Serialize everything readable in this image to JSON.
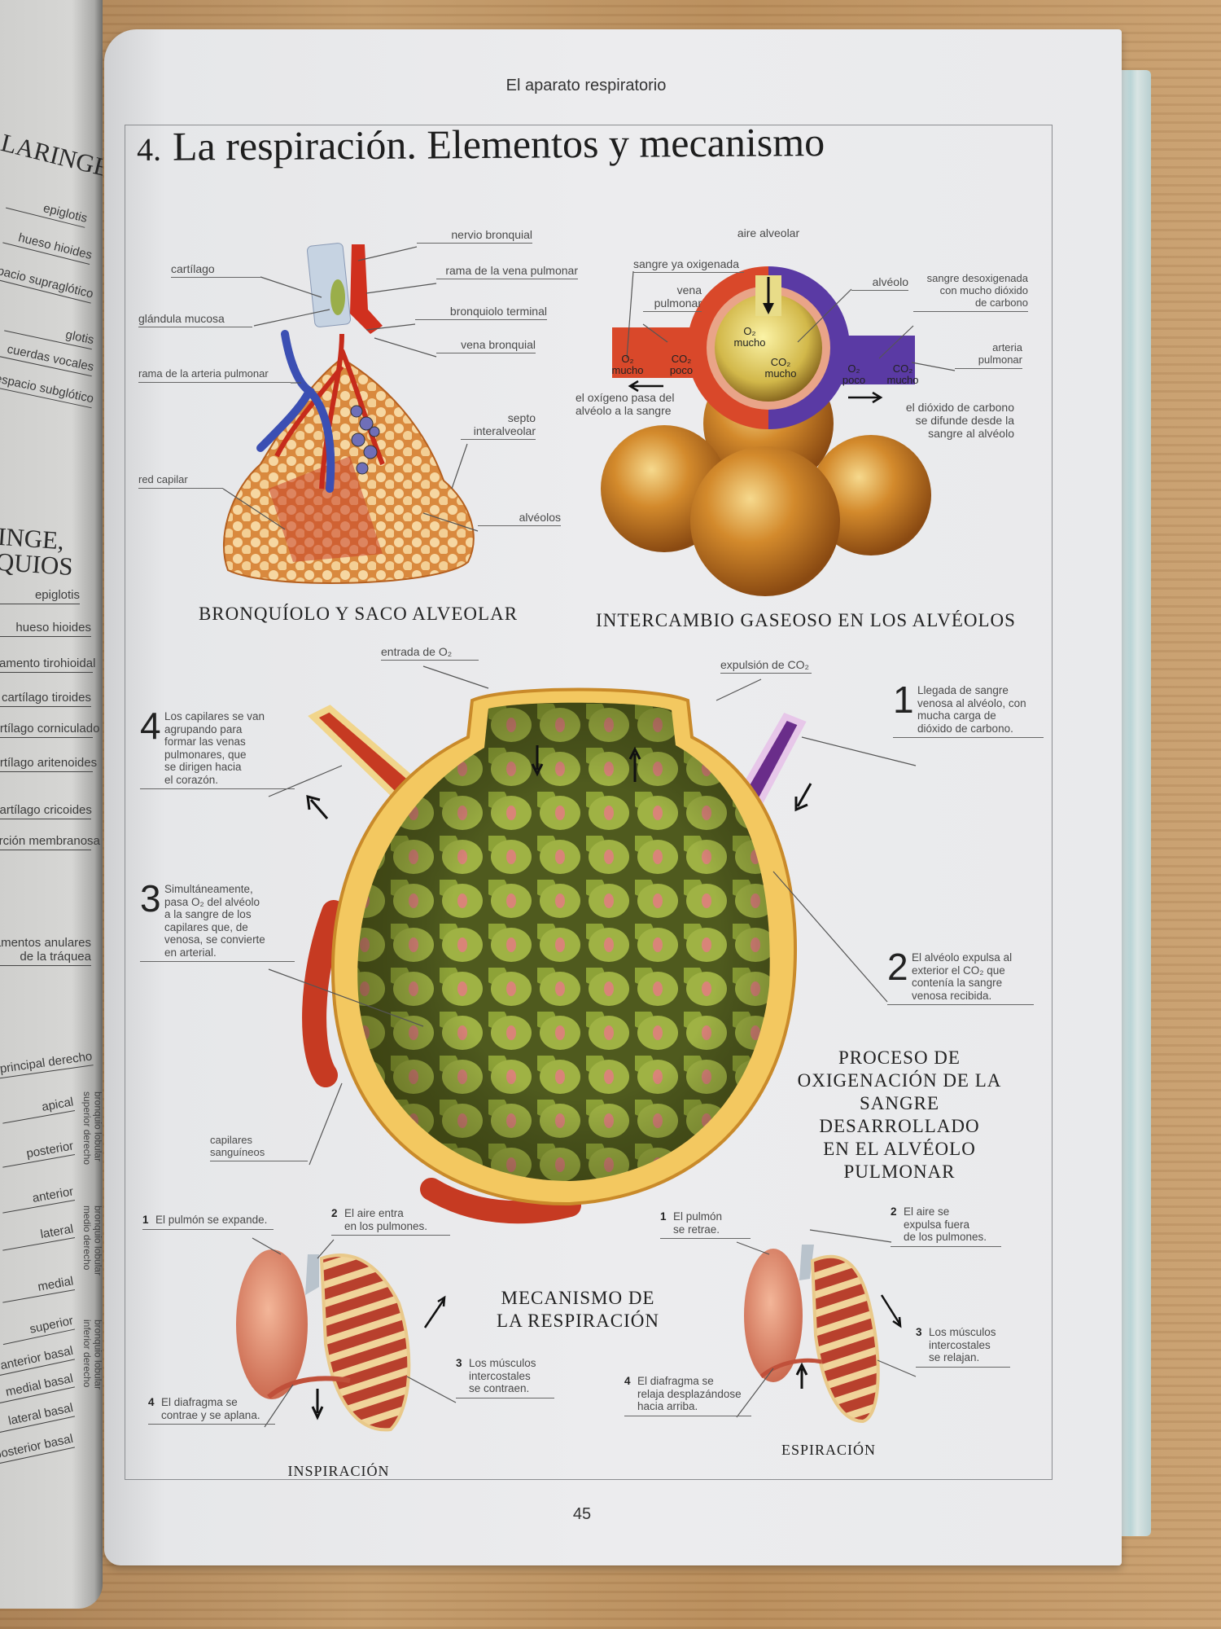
{
  "left_page": {
    "heading_larynx": "LARINGE",
    "larynx_labels": [
      "epiglotis",
      "hueso hioides",
      "espacio supraglótico",
      "glotis",
      "cuerdas vocales",
      "espacio subglótico"
    ],
    "heading_second": "INGE,\nQUIOS",
    "second_labels": [
      "epiglotis",
      "hueso hioides",
      "ligamento tirohioidal",
      "cartílago tiroides",
      "cartílago corniculado",
      "cartílago aritenoides",
      "cartílago cricoides",
      "porción membranosa",
      "ligamentos anulares\nde la tráquea",
      "principal derecho"
    ],
    "segment_labels": [
      "apical",
      "posterior",
      "anterior",
      "lateral",
      "medial",
      "superior",
      "anterior basal",
      "medial basal",
      "lateral basal",
      "posterior basal"
    ],
    "bronchus_groups": [
      "bronquio lobular\nsuperior derecho",
      "bronquio lobular\nmedio derecho",
      "bronquio lobular\ninferior derecho"
    ]
  },
  "header": "El aparato respiratorio",
  "title": {
    "number": "4.",
    "text": "La respiración. Elementos y mecanismo"
  },
  "bronchiole": {
    "caption": "BRONQUÍOLO Y SACO ALVEOLAR",
    "labels": {
      "nervio": "nervio bronquial",
      "rama_vena": "rama de la vena pulmonar",
      "bronquiolo": "bronquiolo terminal",
      "vena": "vena bronquial",
      "cartilago": "cartílago",
      "glandula": "glándula mucosa",
      "rama_arteria": "rama de la arteria pulmonar",
      "septo": "septo\ninteralveolar",
      "red": "red capilar",
      "alveolos": "alvéolos"
    }
  },
  "exchange": {
    "caption": "INTERCAMBIO GASEOSO EN LOS ALVÉOLOS",
    "labels": {
      "aire": "aire alveolar",
      "sangre_oxi": "sangre ya oxigenada",
      "vena": "vena\npulmonar",
      "alveolo": "alvéolo",
      "sangre_desoxi": "sangre desoxigenada\ncon mucho dióxido\nde carbono",
      "arteria": "arteria\npulmonar",
      "oxigeno_pasa": "el oxígeno pasa del\nalvéolo a la sangre",
      "dioxido": "el dióxido de carbono\nse difunde desde la\nsangre al alvéolo"
    },
    "inner": {
      "vein_o2": "O₂\nmucho",
      "vein_co2": "CO₂\npoco",
      "alv_o2": "O₂\nmucho",
      "alv_co2": "CO₂\nmucho",
      "art_o2": "O₂\npoco",
      "art_co2": "CO₂\nmucho"
    }
  },
  "oxygenation": {
    "caption": "PROCESO DE\nOXIGENACIÓN DE LA\nSANGRE DESARROLLADO\nEN EL ALVÉOLO\nPULMONAR",
    "entrada": "entrada de O₂",
    "expulsion": "expulsión de CO₂",
    "capilares": "capilares\nsanguíneos",
    "steps": [
      {
        "n": "1",
        "text": "Llegada de sangre\nvenosa al alvéolo, con\nmucha carga de\ndióxido de carbono."
      },
      {
        "n": "2",
        "text": "El alvéolo expulsa al\nexterior el CO₂ que\ncontenía la sangre\nvenosa recibida."
      },
      {
        "n": "3",
        "text": "Simultáneamente,\npasa O₂ del alvéolo\na la sangre de los\ncapilares que, de\nvenosa, se convierte\nen arterial."
      },
      {
        "n": "4",
        "text": "Los capilares se van\nagrupando para\nformar las venas\npulmonares, que\nse dirigen hacia\nel corazón."
      }
    ]
  },
  "mechanism": {
    "caption": "MECANISMO DE\nLA RESPIRACIÓN",
    "inspiration": {
      "caption": "INSPIRACIÓN",
      "steps": [
        {
          "n": "1",
          "text": "El pulmón se expande."
        },
        {
          "n": "2",
          "text": "El aire entra\nen los pulmones."
        },
        {
          "n": "3",
          "text": "Los músculos\nintercostales\nse contraen."
        },
        {
          "n": "4",
          "text": "El diafragma se\ncontrae y se aplana."
        }
      ]
    },
    "expiration": {
      "caption": "ESPIRACIÓN",
      "steps": [
        {
          "n": "1",
          "text": "El pulmón\nse retrae."
        },
        {
          "n": "2",
          "text": "El aire se\nexpulsa fuera\nde los pulmones."
        },
        {
          "n": "3",
          "text": "Los músculos\nintercostales\nse relajan."
        },
        {
          "n": "4",
          "text": "El diafragma se\nrelaja desplazándose\nhacia arriba."
        }
      ]
    }
  },
  "page_number": "45"
}
